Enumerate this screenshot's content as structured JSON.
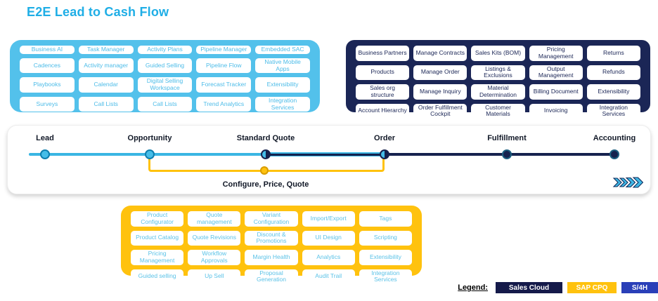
{
  "title": "E2E Lead to Cash Flow",
  "colors": {
    "light_blue": "#53C1EB",
    "navy": "#1B2656",
    "yellow": "#FFC20E",
    "s4h_blue": "#2A3FB8",
    "title_blue": "#1FAEE6"
  },
  "sales_cloud_box": {
    "items": [
      "Business AI",
      "Task Manager",
      "Activity Plans",
      "Pipeline Manager",
      "Embedded SAC",
      "Cadences",
      "Activity manager",
      "Guided Selling",
      "Pipeline Flow",
      "Native Mobile Apps",
      "Playbooks",
      "Calendar",
      "Digital Selling Workspace",
      "Forecast Tracker",
      "Extensibility",
      "Surveys",
      "Call Lists",
      "Call Lists",
      "Trend Analytics",
      "Integration Services"
    ]
  },
  "s4_box": {
    "items": [
      "Business Partners",
      "Manage Contracts",
      "Sales Kits (BOM)",
      "Pricing Management",
      "Returns",
      "Products",
      "Manage Order",
      "Listings & Exclusions",
      "Output Management",
      "Refunds",
      "Sales org structure",
      "Manage Inquiry",
      "Material Determination",
      "Billing Document",
      "Extensibility",
      "Account Hierarchy",
      "Order Fulfillment Cockpit",
      "Customer Materials",
      "Invoicing",
      "Integration Services"
    ]
  },
  "cpq_box": {
    "items": [
      "Product Configurator",
      "Quote management",
      "Variant Configuration",
      "Import/Export",
      "Tags",
      "Product Catalog",
      "Quote Revisions",
      "Discount & Promotions",
      "UI Design",
      "Scripting",
      "Pricing Management",
      "Workflow Approvals",
      "Margin Health",
      "Analytics",
      "Extensibility",
      "Guided selling",
      "Up Sell",
      "Proposal Generation",
      "Audit Trail",
      "Integration Services"
    ]
  },
  "timeline": {
    "stages": [
      {
        "label": "Lead"
      },
      {
        "label": "Opportunity"
      },
      {
        "label": "Standard Quote"
      },
      {
        "label": "Order"
      },
      {
        "label": "Fulfillment"
      },
      {
        "label": "Accounting"
      }
    ],
    "cpq_label": "Configure, Price,  Quote"
  },
  "legend": {
    "label": "Legend:",
    "entries": [
      {
        "label": "Sales Cloud",
        "color": "#151A4A"
      },
      {
        "label": "SAP CPQ",
        "color": "#FFC20E"
      },
      {
        "label": "S/4H",
        "color": "#2A3FB8"
      }
    ]
  }
}
